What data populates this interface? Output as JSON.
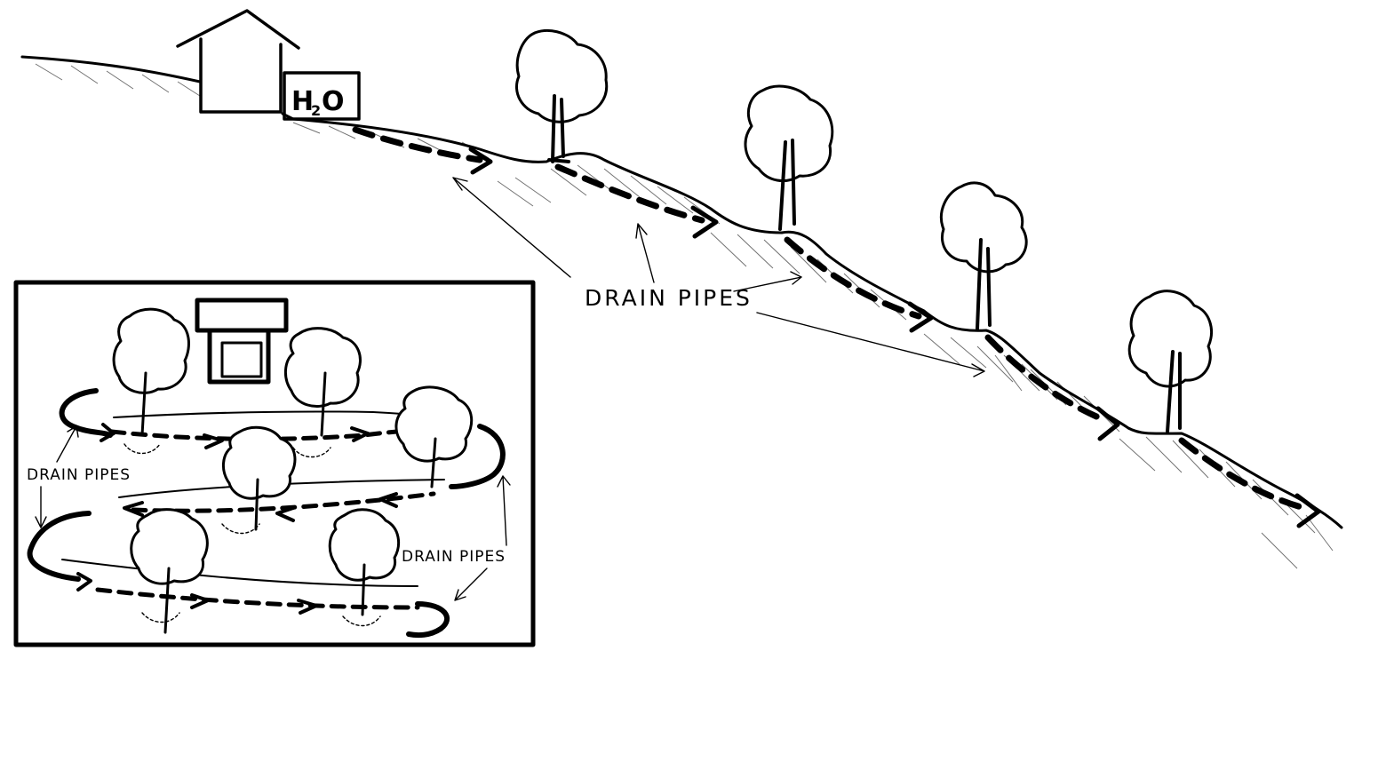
{
  "diagram": {
    "tank_label_main": "H",
    "tank_label_sub": "2",
    "tank_label_tail": "O",
    "main_label": "DRAIN PIPES",
    "inset_labels": [
      "DRAIN PIPES",
      "DRAIN PIPES"
    ]
  }
}
